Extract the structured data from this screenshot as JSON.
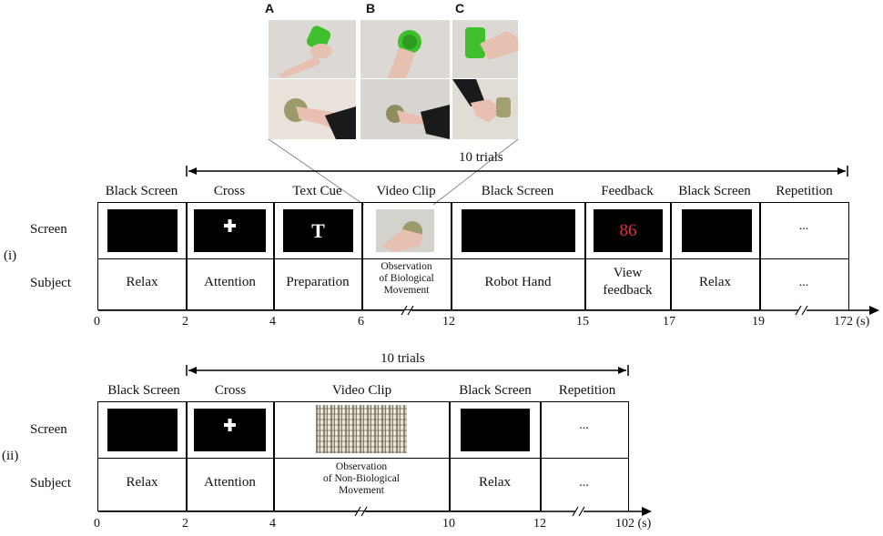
{
  "panels": {
    "letters": [
      "A",
      "B",
      "C"
    ],
    "photo_colors": {
      "cup_green": "#3fbf2c",
      "cup_olive": "#9a9a6a",
      "skin": "#e8c3b4",
      "sleeve": "#1a1a1a",
      "background": "#d9d6d2"
    }
  },
  "top": {
    "label": "(i)",
    "trials_label": "10 trials",
    "row_screen": "Screen",
    "row_subject": "Subject",
    "columns": [
      {
        "header": "Black Screen",
        "subject": "Relax"
      },
      {
        "header": "Cross",
        "subject": "Attention"
      },
      {
        "header": "Text Cue",
        "subject": "Preparation",
        "screen_text": "T"
      },
      {
        "header": "Video Clip",
        "subject": "Observation of Biological Movement",
        "subject_lines": [
          "Observation",
          "of Biological",
          "Movement"
        ]
      },
      {
        "header": "Black Screen",
        "subject": "Robot Hand"
      },
      {
        "header": "Feedback",
        "subject": "View feedback",
        "subject_lines": [
          "View",
          "feedback"
        ],
        "screen_text": "86"
      },
      {
        "header": "Black Screen",
        "subject": "Relax"
      },
      {
        "header": "Repetition",
        "subject": "...",
        "screen_text": "..."
      }
    ],
    "ticks": [
      "0",
      "2",
      "4",
      "6",
      "12",
      "15",
      "17",
      "19",
      "172 (s)"
    ]
  },
  "bottom": {
    "label": "(ii)",
    "trials_label": "10 trials",
    "row_screen": "Screen",
    "row_subject": "Subject",
    "columns": [
      {
        "header": "Black Screen",
        "subject": "Relax"
      },
      {
        "header": "Cross",
        "subject": "Attention"
      },
      {
        "header": "Video Clip",
        "subject": "Observation of Non-Biological Movement",
        "subject_lines": [
          "Observation",
          "of Non-Biological",
          "Movement"
        ]
      },
      {
        "header": "Black Screen",
        "subject": "Relax"
      },
      {
        "header": "Repetition",
        "subject": "...",
        "screen_text": "..."
      }
    ],
    "ticks": [
      "0",
      "2",
      "4",
      "10",
      "12",
      "102 (s)"
    ]
  },
  "colors": {
    "feedback_number": "#e0303a",
    "screen_black": "#000000",
    "line": "#000000"
  }
}
